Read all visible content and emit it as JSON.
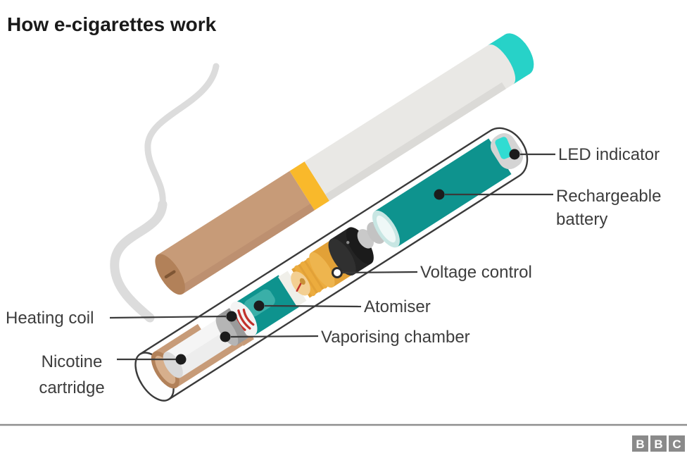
{
  "header": {
    "title": "How e-cigarettes work"
  },
  "diagram": {
    "component_labels": {
      "led_indicator": "LED indicator",
      "rechargeable_battery_line1": "Rechargeable",
      "rechargeable_battery_line2": "battery",
      "voltage_control": "Voltage control",
      "atomiser": "Atomiser",
      "vaporising_chamber": "Vaporising chamber",
      "heating_coil": "Heating coil",
      "nicotine_cartridge_line1": "Nicotine",
      "nicotine_cartridge_line2": "cartridge"
    },
    "colors": {
      "teal": "#0E938E",
      "teal_light": "#3AAFA8",
      "led_cyan": "#31DCD2",
      "tip_cyan": "#27D2C8",
      "gold": "#E2A137",
      "gold_light": "#ECAC3E",
      "band_yellow": "#F9B92B",
      "tan": "#C79B78",
      "tan_dark": "#B28159",
      "coil_red": "#C2312B",
      "smoke_grey": "#DCDCDC",
      "cigarette_white": "#E9E8E5",
      "cartridge_white": "#EDEDED",
      "chamber_grey": "#9A9A9A",
      "black_component": "#242424",
      "outline_grey": "#3A3A3A",
      "logo_grey": "#8A8A8A"
    }
  },
  "footer": {
    "logo_letters": [
      "B",
      "B",
      "C"
    ]
  }
}
